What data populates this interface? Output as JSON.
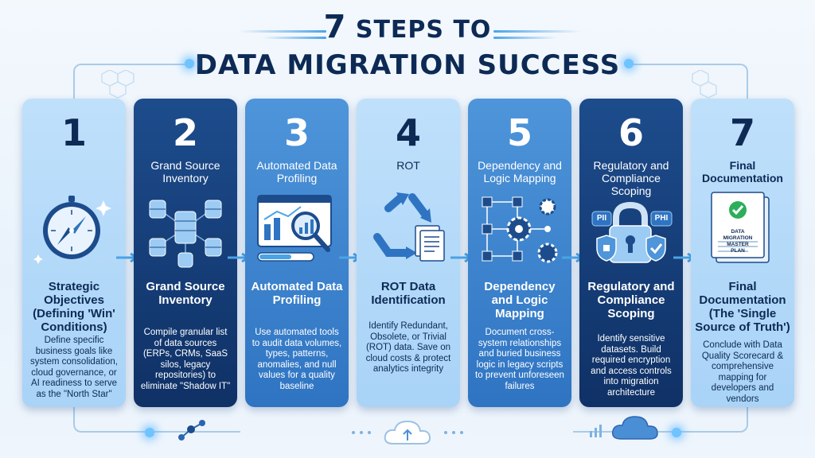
{
  "title": {
    "number": "7",
    "line1": "STEPS TO",
    "line2": "DATA MIGRATION SUCCESS"
  },
  "colors": {
    "navy": "#0d2a55",
    "light_card": "#bfe0fb",
    "dark_card": "#1d4c8c",
    "mid_card": "#4e95da",
    "accent": "#4aa3e6"
  },
  "steps": [
    {
      "number": "1",
      "top_title": "",
      "icon": "compass-icon",
      "title": "Strategic Objectives (Defining 'Win' Conditions)",
      "description": "Define specific business goals like system consolidation, cloud governance, or AI readiness to serve as the \"North Star\""
    },
    {
      "number": "2",
      "top_title": "Grand Source Inventory",
      "icon": "database-cluster-icon",
      "title": "Grand Source Inventory",
      "description": "Compile granular list of data sources (ERPs, CRMs, SaaS silos, legacy repositories) to eliminate \"Shadow IT\""
    },
    {
      "number": "3",
      "top_title": "Automated Data Profiling",
      "icon": "chart-magnifier-icon",
      "title": "Automated Data Profiling",
      "description": "Use automated tools to audit data volumes, types, patterns, anomalies, and null values for a quality baseline"
    },
    {
      "number": "4",
      "top_title": "ROT",
      "icon": "recycle-documents-icon",
      "title": "ROT Data Identification",
      "description": "Identify Redundant, Obsolete, or Trivial (ROT) data. Save on cloud costs & protect analytics integrity"
    },
    {
      "number": "5",
      "top_title": "Dependency and Logic Mapping",
      "icon": "network-gears-icon",
      "title": "Dependency and Logic Mapping",
      "description": "Document cross-system relationships and buried business logic in legacy scripts to prevent unforeseen failures"
    },
    {
      "number": "6",
      "top_title": "Regulatory and Compliance Scoping",
      "icon": "padlock-shield-icon",
      "title": "Regulatory and Compliance Scoping",
      "description": "Identify sensitive datasets. Build required encryption and access controls into migration architecture",
      "badges": [
        "PII",
        "PHI"
      ]
    },
    {
      "number": "7",
      "top_title": "Final Documentation",
      "icon": "master-plan-document-icon",
      "title": "Final Documentation (The 'Single Source of Truth')",
      "description": "Conclude with Data Quality Scorecard & comprehensive mapping for developers and vendors",
      "doc_label": "DATA MIGRATION MASTER PLAN"
    }
  ]
}
